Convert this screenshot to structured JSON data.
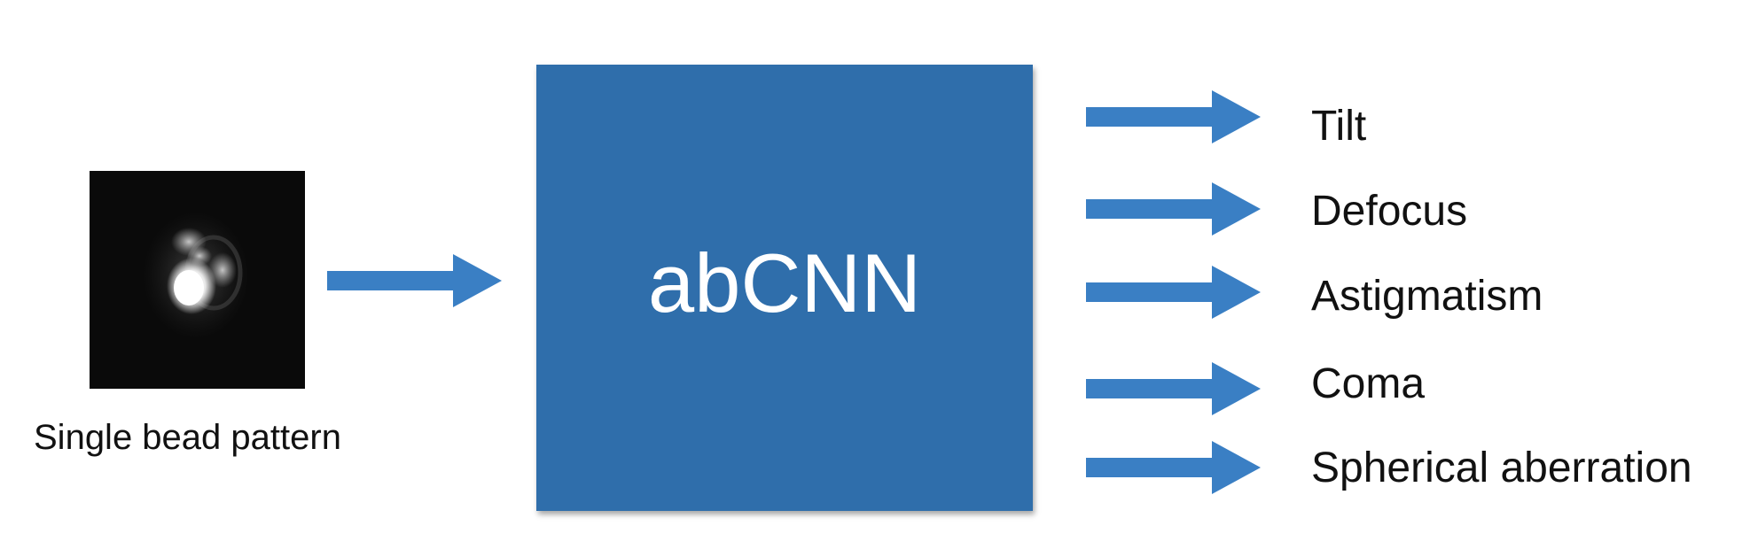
{
  "input": {
    "caption": "Single bead pattern"
  },
  "model": {
    "label": "abCNN"
  },
  "outputs": [
    {
      "label": "Tilt"
    },
    {
      "label": "Defocus"
    },
    {
      "label": "Astigmatism"
    },
    {
      "label": "Coma"
    },
    {
      "label": "Spherical aberration"
    }
  ],
  "colors": {
    "box": "#2f6eab",
    "arrow": "#3a7fc4",
    "text": "#111111",
    "box_text": "#ffffff"
  }
}
